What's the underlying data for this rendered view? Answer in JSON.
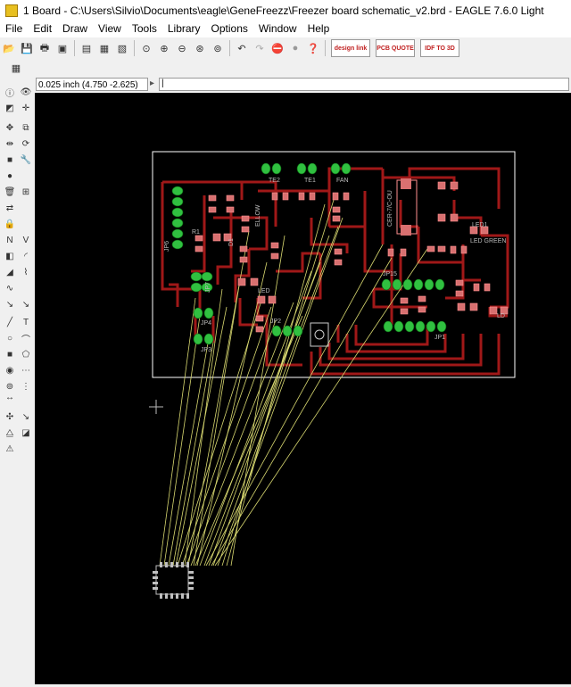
{
  "window": {
    "title": "1 Board - C:\\Users\\Silvio\\Documents\\eagle\\GeneFreezz\\Freezer board schematic_v2.brd - EAGLE 7.6.0 Light"
  },
  "menu": [
    "File",
    "Edit",
    "Draw",
    "View",
    "Tools",
    "Library",
    "Options",
    "Window",
    "Help"
  ],
  "toolbar": {
    "icons": [
      "open-icon",
      "save-icon",
      "print-icon",
      "cam-icon",
      "layer-icon",
      "script-icon",
      "run-icon",
      "zoom-fit-icon",
      "zoom-in-icon",
      "zoom-out-icon",
      "zoom-redraw-icon",
      "zoom-select-icon",
      "undo-icon",
      "redo-icon",
      "stop-icon",
      "go-icon",
      "help-icon"
    ],
    "design_link": "design link",
    "pcb_quote": "PCB QUOTE",
    "idf": "IDF TO 3D"
  },
  "command": {
    "coordinates": "0.025 inch (4.750 -2.625)",
    "value": "|"
  },
  "board": {
    "labels": {
      "te2": "TE2",
      "te1": "TE1",
      "fan": "FAN",
      "yellow": "ELLOW",
      "cer": "CER-7/C-OU",
      "led_green": "LED GREEN",
      "led": "LED",
      "jp15": "JP15",
      "jp1": "JP1",
      "jp2": "JP2",
      "jp3": "JP3",
      "jp4": "JP4",
      "jp6": "JP6",
      "jp7": "JP7",
      "ld": "LD",
      "led1": "LED1",
      "r1": "R1",
      "d1": "D1"
    }
  },
  "colors": {
    "canvas": "#000000",
    "trace": "#a01818",
    "pad": "#30c040",
    "airwire": "#d8d870",
    "outline": "#ffffff",
    "smd": "#d87070"
  }
}
